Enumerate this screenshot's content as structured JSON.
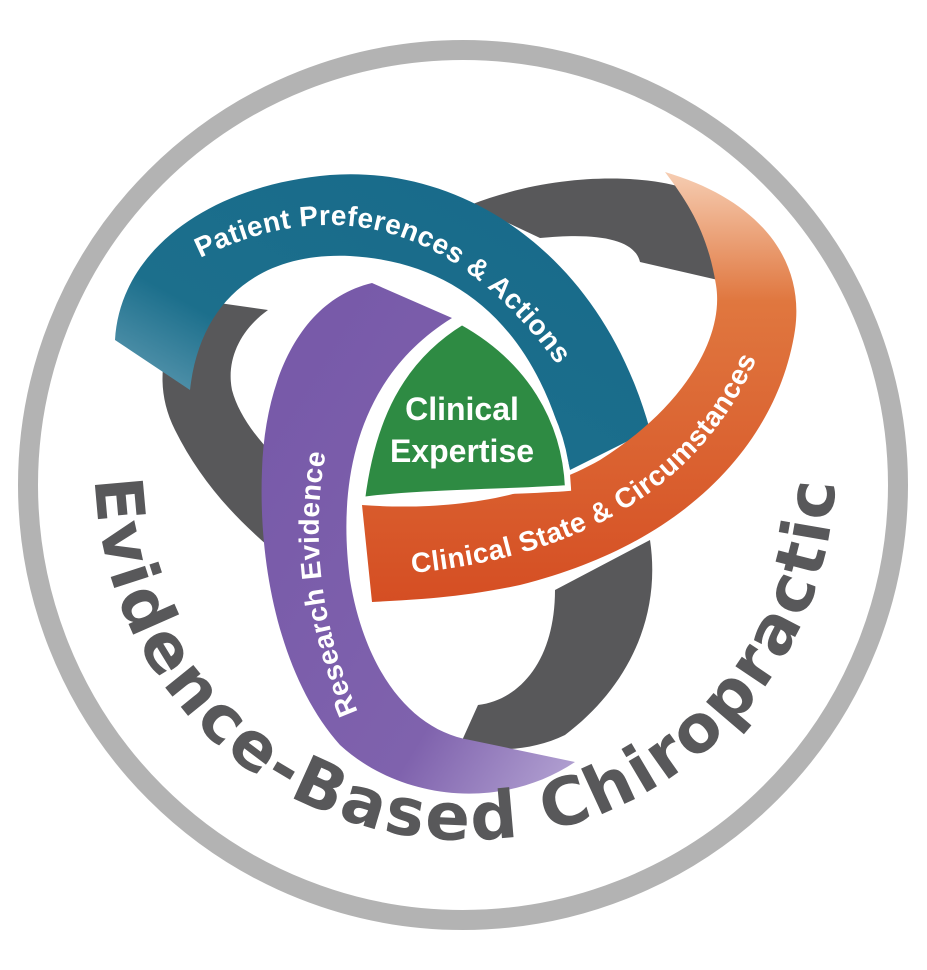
{
  "badge": {
    "ring_title": "Evidence-Based Chiropractic",
    "center_label_line1": "Clinical",
    "center_label_line2": "Expertise",
    "bands": {
      "patient": "Patient Preferences & Actions",
      "clinical_state": "Clinical State & Circumstances",
      "research": "Research Evidence"
    }
  },
  "colors": {
    "outer_ring": "#b3b3b3",
    "ring_text": "#58585a",
    "dark_band": "#58585a",
    "patient_band": "#1c6f8c",
    "clinical_state_band": "#d54e23",
    "research_band": "#7a5fab",
    "center": "#2e8b43"
  }
}
